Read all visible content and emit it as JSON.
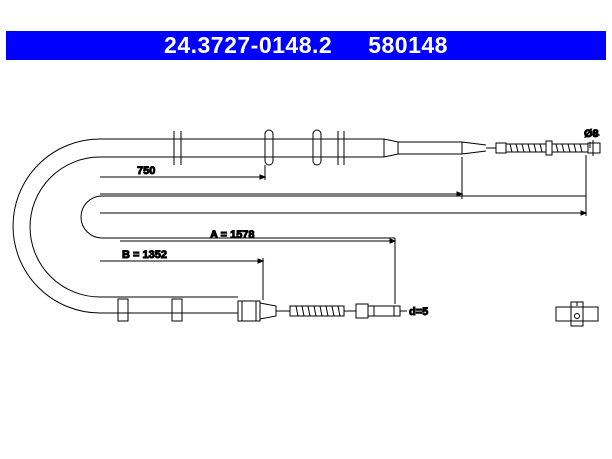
{
  "header": {
    "part_number": "24.3727-0148.2",
    "ref_number": "580148",
    "background_color": "#0000ff",
    "text_color": "#ffffff"
  },
  "dimensions": {
    "length_750": "750",
    "diameter": "Ø8",
    "a_label": "A = 1578",
    "b_label": "B = 1352",
    "d_label": "d=5"
  }
}
